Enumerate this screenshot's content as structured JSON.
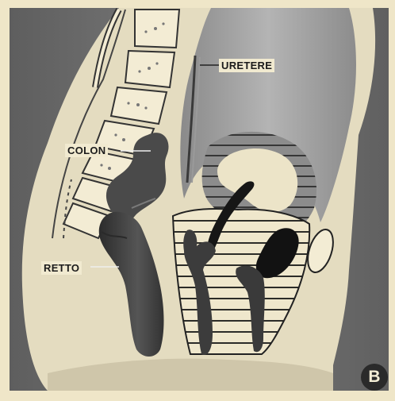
{
  "labels": {
    "uretere": "URETERE",
    "colon": "COLON",
    "retto": "RETTO"
  },
  "badge": "B",
  "colors": {
    "paper": "#efe6c8",
    "background_gray": "#6f6f6f",
    "tissue_light": "#e6ddc1",
    "organ_dark": "#3e3e3e",
    "ink": "#1b1b1b"
  }
}
